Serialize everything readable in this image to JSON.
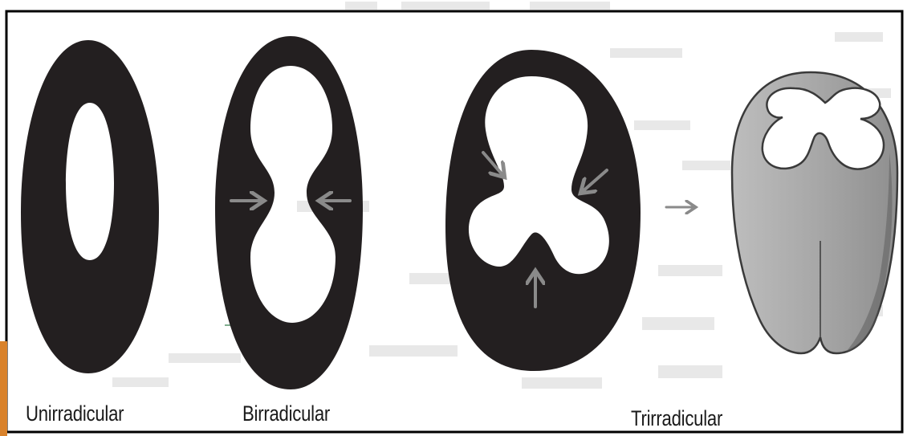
{
  "labels": {
    "uni": "Unirradicular",
    "bi": "Birradicular",
    "tri": "Trirradicular"
  },
  "colors": {
    "ring": "#231f20",
    "arrow": "#8a8a8a",
    "root_fill": "#a6a6a6",
    "frame": "#000000",
    "page_texture": "#cfcfcf",
    "accent_orange": "#d9822b"
  }
}
